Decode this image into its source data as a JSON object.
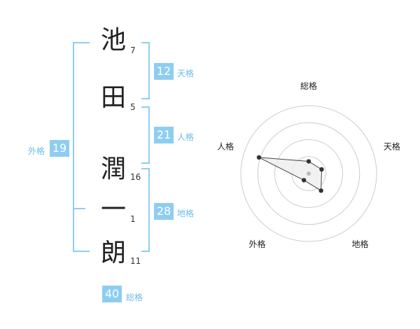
{
  "name": {
    "chars": [
      {
        "kanji": "池",
        "strokes": "7"
      },
      {
        "kanji": "田",
        "strokes": "5"
      },
      {
        "kanji": "潤",
        "strokes": "16"
      },
      {
        "kanji": "一",
        "strokes": "1"
      },
      {
        "kanji": "朗",
        "strokes": "11"
      }
    ]
  },
  "kakusu": {
    "tenkaku": {
      "label": "天格",
      "value": "12"
    },
    "jinkaku": {
      "label": "人格",
      "value": "21"
    },
    "chikaku": {
      "label": "地格",
      "value": "28"
    },
    "gaikaku": {
      "label": "外格",
      "value": "19"
    },
    "soukaku": {
      "label": "総格",
      "value": "40"
    }
  },
  "radar": {
    "labels": [
      "総格",
      "天格",
      "地格",
      "外格",
      "人格"
    ],
    "values": [
      0.18,
      0.2,
      0.31,
      0.12,
      0.77
    ],
    "colors": {
      "ring": "#cccccc",
      "fill": "#eeeeee",
      "stroke": "#444444",
      "point": "#333333",
      "center": "#bbbbbb"
    }
  }
}
